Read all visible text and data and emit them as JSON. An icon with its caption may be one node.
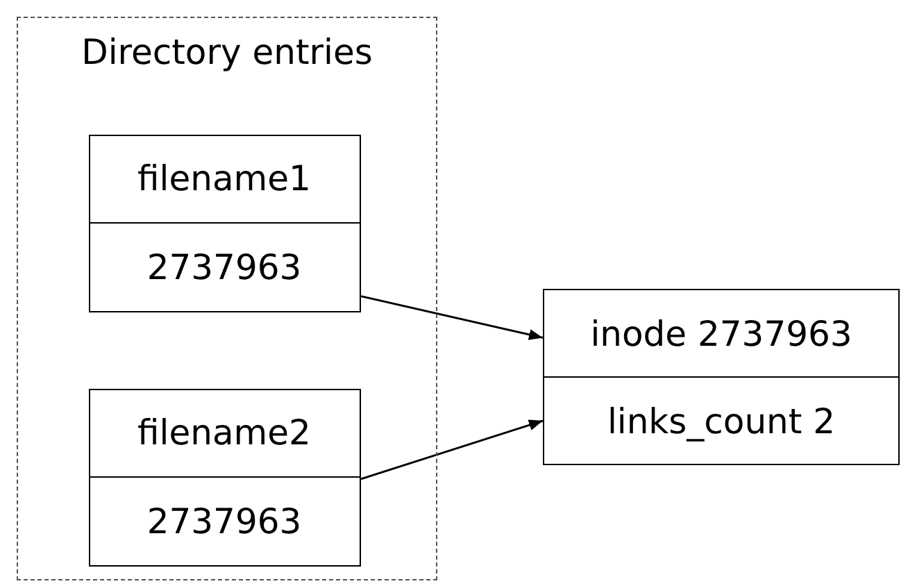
{
  "diagram": {
    "nodes": [
      {
        "text": [
          "Directory entries"
        ]
      },
      {
        "text": [
          "filename1"
        ],
        "in": 0
      },
      {
        "text": [
          "2737963"
        ],
        "in": 0
      },
      {
        "text": [
          "filename2"
        ],
        "in": 0
      },
      {
        "text": [
          "2737963"
        ],
        "in": 0
      },
      {
        "text": [
          "inode 2737963"
        ]
      },
      {
        "text": [
          "links_count 2"
        ]
      }
    ],
    "edges": [
      {
        "from": 2,
        "to": 5,
        "arrow": "to"
      },
      {
        "from": 4,
        "to": 6,
        "arrow": "to"
      }
    ]
  }
}
